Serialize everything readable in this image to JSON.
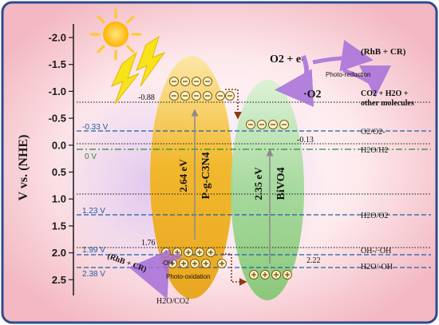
{
  "axis": {
    "ylabel": "V vs. (NHE)",
    "ticks": [
      "-2.0",
      "-1.5",
      "-1.0",
      "-0.5",
      "0.0",
      "0.5",
      "1.0",
      "1.5",
      "2.0",
      "2.5"
    ]
  },
  "reference_lines": [
    {
      "label": "-0.33 V",
      "right_label": "O2/O2-",
      "color": "#1f5fa6"
    },
    {
      "label": "0 V",
      "right_label": "H2O/H2",
      "color": "#2f8a2f"
    },
    {
      "label": "1.23 V",
      "right_label": "H2O/O2",
      "color": "#1f5fa6"
    },
    {
      "label": "1.99 V",
      "right_label": "OH-/·OH",
      "color": "#1f5fa6"
    },
    {
      "label": "2.38 V",
      "right_label": "H2O/·OH",
      "color": "#1f5fa6"
    }
  ],
  "materials": {
    "pgcn": {
      "name": "P-g-C3N4",
      "gap": "2.64 eV",
      "cb": "-0.88",
      "vb": "1.76"
    },
    "bivo4": {
      "name": "BiVO4",
      "gap": "2.35 eV",
      "cb": "-0.13",
      "vb": "2.22"
    }
  },
  "reactions": {
    "o2_reduction": "O2 + e-",
    "photo_reduction": "Photo-reduction",
    "rhb_cr_top": "(RhB + CR)",
    "superoxide": "·O2",
    "products_line1": "CO2 + H2O +",
    "products_line2": "other molecules",
    "rhb_cr_bottom": "(RhB + CR)",
    "photo_oxidation": "Photo-oxidation",
    "oh_radical": "·OH",
    "h2o_co2": "H2O/CO2"
  },
  "colors": {
    "frame": "#2d4b8c",
    "pgcn_fill": "#f2b51c",
    "bivo4_fill": "#8ccf7f",
    "background_glow": "#f6c9cf",
    "sun": "#ffc928",
    "lightning": "#f7e31a"
  }
}
